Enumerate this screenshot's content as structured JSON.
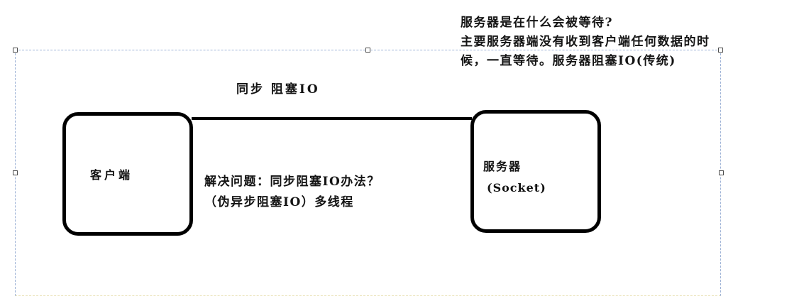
{
  "canvas": {
    "background": "#ffffff"
  },
  "annotations": {
    "connector_label": "同步 阻塞IO",
    "question_note": {
      "line1": "服务器是在什么会被等待?",
      "line2": "主要服务器端没有收到客户端任何数据的时",
      "line3": "候，一直等待。服务器阻塞IO(传统)"
    },
    "solution_note": {
      "line1": "解决问题：同步阻塞IO办法？",
      "line2": "（伪异步阻塞IO）多线程"
    }
  },
  "diagram": {
    "client_box": {
      "label": "客户端"
    },
    "server_box": {
      "label_line1": "服务器",
      "label_line2": "(Socket)"
    },
    "connector": {
      "style": "solid-black-line"
    }
  },
  "selection": {
    "border_color": "#9db2d6",
    "bottom_border_color": "#ece4bd",
    "handle_fill": "#ffffff",
    "handle_border_color": "#4d4d4d",
    "handle_positions": [
      "top-left",
      "top-center",
      "top-right",
      "middle-left",
      "middle-right"
    ]
  }
}
